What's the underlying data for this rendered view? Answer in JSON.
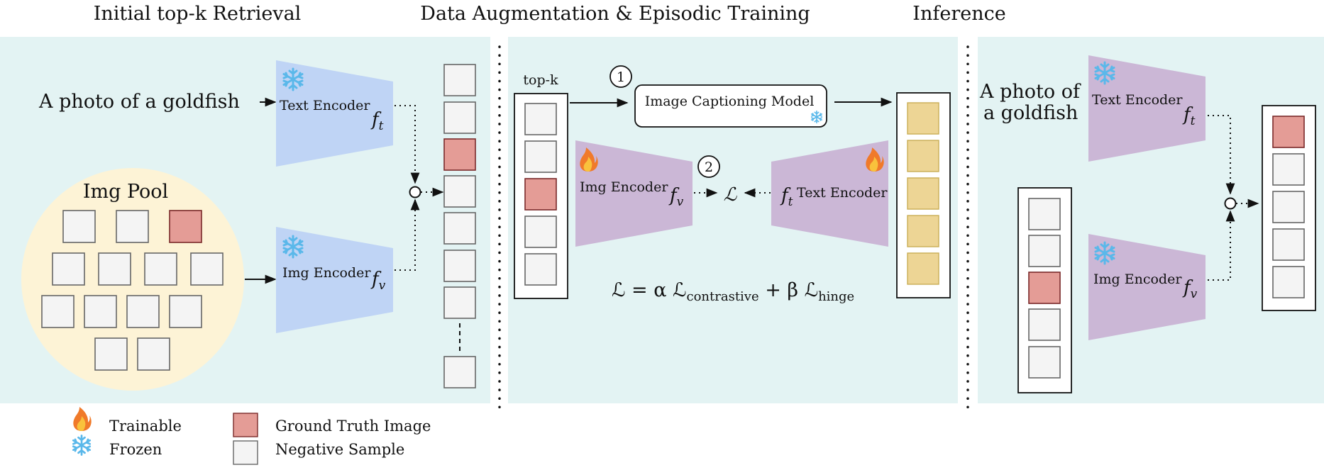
{
  "sections": {
    "retrieval": "Initial top-k Retrieval",
    "training": "Data Augmentation & Episodic Training",
    "inference": "Inference"
  },
  "retrieval": {
    "query": "A photo of a goldfish",
    "pool_label": "Img Pool",
    "text_encoder": "Text Encoder",
    "img_encoder": "Img Encoder",
    "ft": "f",
    "ft_sub": "t",
    "fv": "f",
    "fv_sub": "v"
  },
  "training": {
    "topk_label": "top-k",
    "step1": "1",
    "step2": "2",
    "captioner": "Image Captioning Model",
    "img_encoder": "Img Encoder",
    "text_encoder": "Text Encoder",
    "fv": "f",
    "fv_sub": "v",
    "ft": "f",
    "ft_sub": "t",
    "loss_symbol": "ℒ",
    "loss_eq_lhs": "ℒ = α ℒ",
    "loss_sub1": "contrastive",
    "loss_plus": " + β ℒ",
    "loss_sub2": "hinge"
  },
  "inference": {
    "query_line1": "A photo of",
    "query_line2": "a goldfish",
    "text_encoder": "Text Encoder",
    "img_encoder": "Img Encoder",
    "ft": "f",
    "ft_sub": "t",
    "fv": "f",
    "fv_sub": "v"
  },
  "legend": {
    "trainable": "Trainable",
    "frozen": "Frozen",
    "ground_truth": "Ground Truth Image",
    "negative": "Negative Sample"
  },
  "colors": {
    "panel_bg": "#e3f3f3",
    "pool_bg": "#fdf3d6",
    "frozen_encoder": "#bfd4f5",
    "trainable_encoder": "#cbb7d6",
    "ground_truth": "#e49c96",
    "negative": "#f4f4f4",
    "caption_box": "#edd595",
    "snowflake": "#5ab8ea",
    "flame": "#f07a2a"
  },
  "icons": {
    "trainable": "flame-icon",
    "frozen": "snowflake-icon"
  }
}
